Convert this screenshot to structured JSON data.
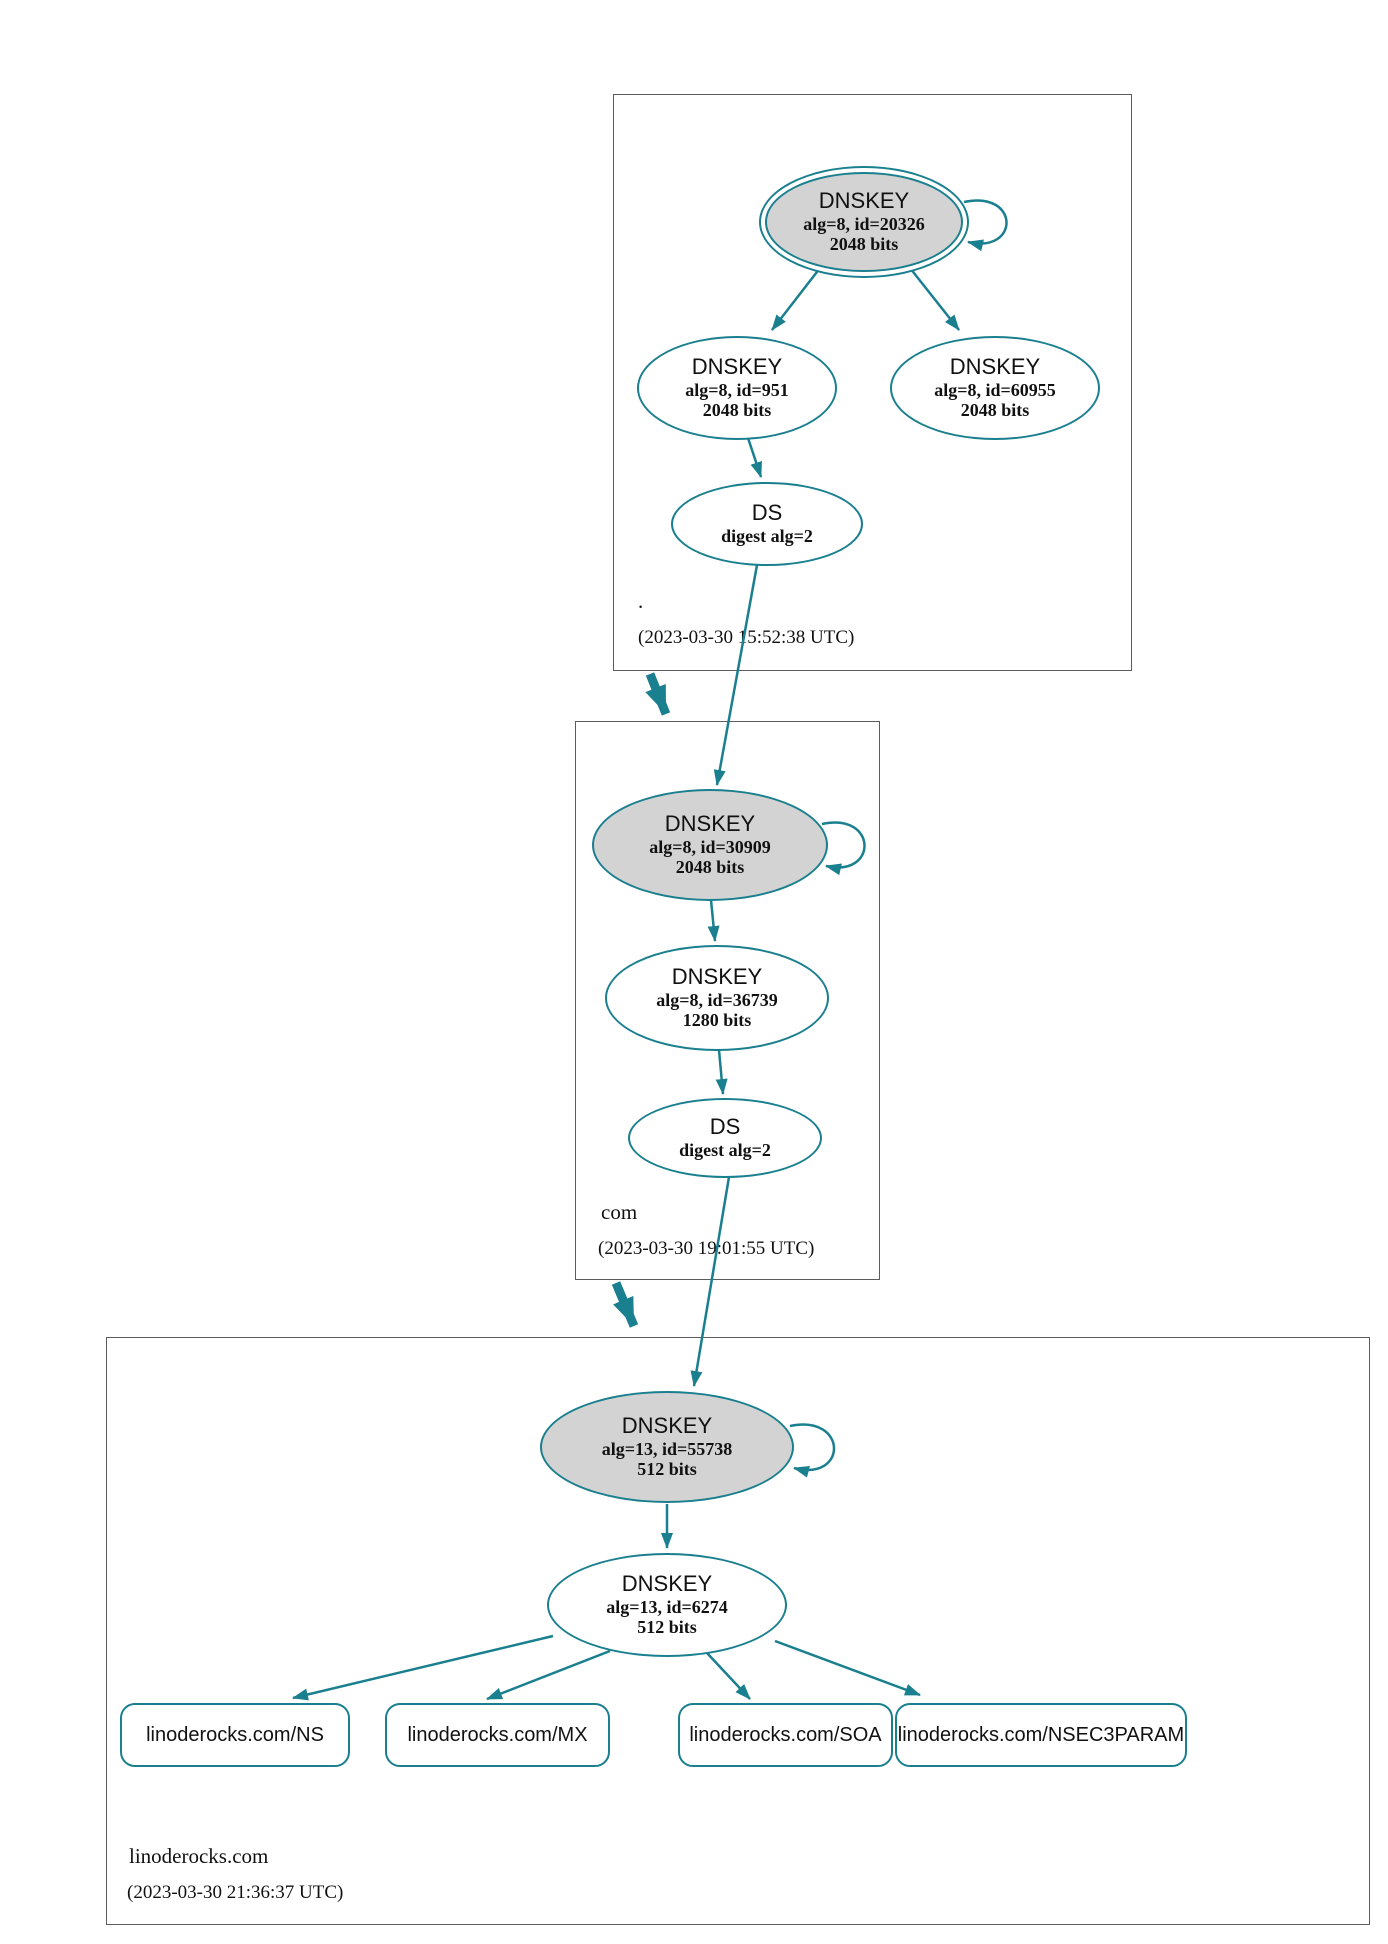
{
  "zones": {
    "root": {
      "label": ".",
      "timestamp": "(2023-03-30 15:52:38 UTC)",
      "ksk": {
        "title": "DNSKEY",
        "detail": "alg=8, id=20326",
        "bits": "2048 bits"
      },
      "zsk1": {
        "title": "DNSKEY",
        "detail": "alg=8, id=951",
        "bits": "2048 bits"
      },
      "zsk2": {
        "title": "DNSKEY",
        "detail": "alg=8, id=60955",
        "bits": "2048 bits"
      },
      "ds": {
        "title": "DS",
        "detail": "digest alg=2"
      }
    },
    "com": {
      "label": "com",
      "timestamp": "(2023-03-30 19:01:55 UTC)",
      "ksk": {
        "title": "DNSKEY",
        "detail": "alg=8, id=30909",
        "bits": "2048 bits"
      },
      "zsk": {
        "title": "DNSKEY",
        "detail": "alg=8, id=36739",
        "bits": "1280 bits"
      },
      "ds": {
        "title": "DS",
        "detail": "digest alg=2"
      }
    },
    "linoderocks": {
      "label": "linoderocks.com",
      "timestamp": "(2023-03-30 21:36:37 UTC)",
      "ksk": {
        "title": "DNSKEY",
        "detail": "alg=13, id=55738",
        "bits": "512 bits"
      },
      "zsk": {
        "title": "DNSKEY",
        "detail": "alg=13, id=6274",
        "bits": "512 bits"
      },
      "rrsets": {
        "ns": "linoderocks.com/NS",
        "mx": "linoderocks.com/MX",
        "soa": "linoderocks.com/SOA",
        "nsec3param": "linoderocks.com/NSEC3PARAM"
      }
    }
  },
  "colors": {
    "secure": "#1a7f8e",
    "key_fill": "#d3d3d3",
    "cluster_border": "#5c5c5c"
  }
}
